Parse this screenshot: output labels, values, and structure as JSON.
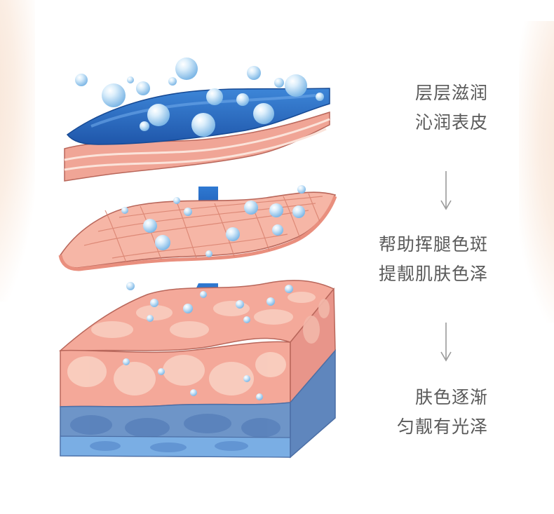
{
  "captions": [
    {
      "line1": "层层滋润",
      "line2": "沁润表皮"
    },
    {
      "line1": "帮助挥腿色斑",
      "line2": "提靓肌肤色泽"
    },
    {
      "line1": "肤色逐渐",
      "line2": "匀靓有光泽"
    }
  ],
  "icons": {
    "step_arrow": "thin-down-arrow-icon",
    "flow_arrow": "blue-down-arrow-icon",
    "droplet": "water-droplet-icon"
  },
  "colors": {
    "water_blue": "#2f6fc4",
    "skin_pink": "#f2a89a",
    "skin_light": "#f8c9b8",
    "deep_blue": "#6f95c9",
    "text_gray": "#5a5a5a",
    "arrow_gray": "#9a9a9a"
  }
}
